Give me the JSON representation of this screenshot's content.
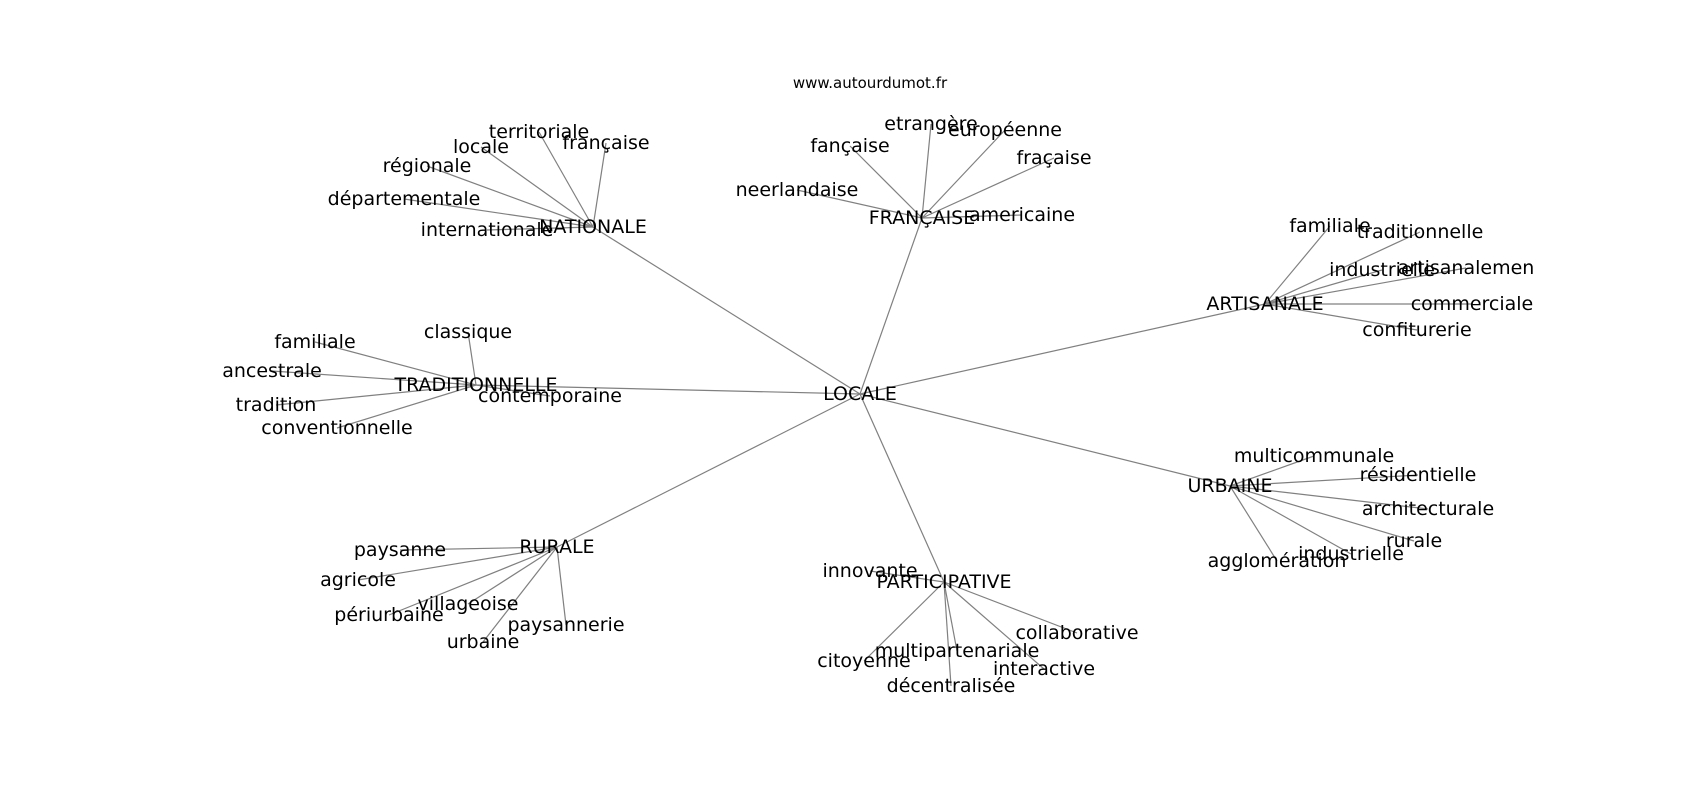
{
  "watermark": "www.autourdumot.fr",
  "graph": {
    "center": "LOCALE",
    "clusters": [
      {
        "id": "nationale",
        "label": "NATIONALE",
        "words": [
          "territoriale",
          "locale",
          "française",
          "régionale",
          "départementale",
          "internationale"
        ]
      },
      {
        "id": "francaise",
        "label": "FRANÇAISE",
        "words": [
          "etrangère",
          "européenne",
          "fançaise",
          "fraçaise",
          "neerlandaise",
          "americaine"
        ]
      },
      {
        "id": "artisanale",
        "label": "ARTISANALE",
        "words": [
          "familiale",
          "traditionnelle",
          "industrielle",
          "artisanalemen",
          "commerciale",
          "confiturerie"
        ]
      },
      {
        "id": "traditionnelle",
        "label": "TRADITIONNELLE",
        "words": [
          "classique",
          "familiale",
          "ancestrale",
          "contemporaine",
          "tradition",
          "conventionnelle"
        ]
      },
      {
        "id": "urbaine",
        "label": "URBAINE",
        "words": [
          "multicommunale",
          "résidentielle",
          "architecturale",
          "rurale",
          "industrielle",
          "agglomération"
        ]
      },
      {
        "id": "rurale",
        "label": "RURALE",
        "words": [
          "paysanne",
          "agricole",
          "villageoise",
          "périurbaine",
          "paysannerie",
          "urbaine"
        ]
      },
      {
        "id": "participative",
        "label": "PARTICIPATIVE",
        "words": [
          "innovante",
          "collaborative",
          "multipartenariale",
          "citoyenne",
          "interactive",
          "décentralisée"
        ]
      }
    ]
  }
}
